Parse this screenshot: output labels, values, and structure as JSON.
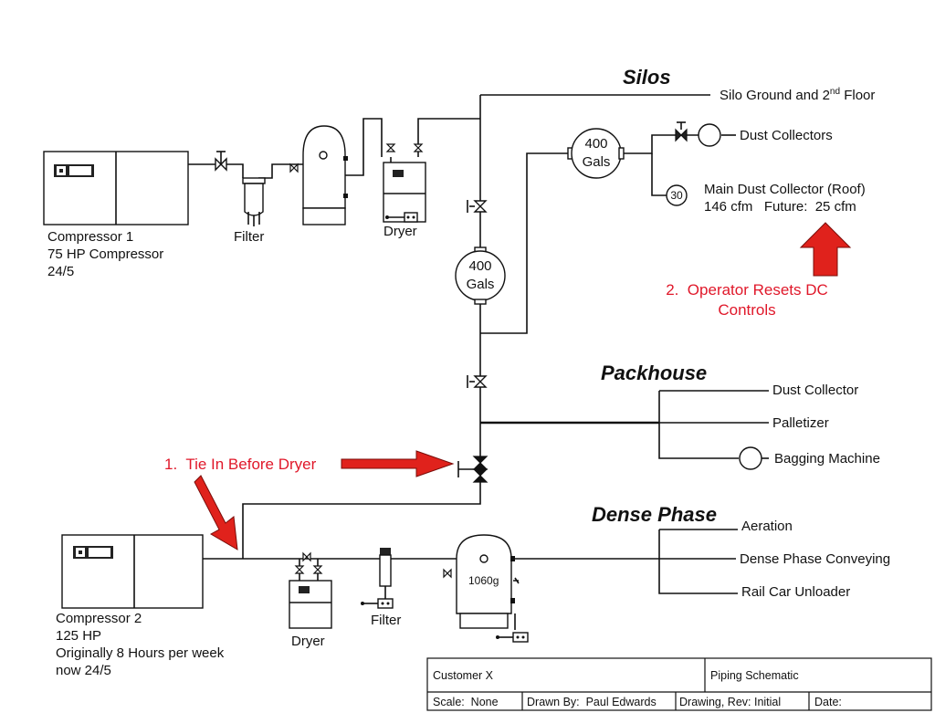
{
  "sections": {
    "silos": "Silos",
    "packhouse": "Packhouse",
    "dense_phase": "Dense Phase"
  },
  "silos": {
    "ground_label": "Silo Ground and 2",
    "ground_sup": "nd",
    "ground_suffix": " Floor",
    "dust_collectors": "Dust Collectors",
    "main_dc_line1": "Main Dust Collector (Roof)",
    "main_dc_line2": "146 cfm   Future:  25 cfm",
    "main_dc_gauge": "30",
    "receiver_top": "400",
    "receiver_bottom": "Gals"
  },
  "compressor1": {
    "line1": "Compressor 1",
    "line2": "75 HP Compressor",
    "line3": "24/5"
  },
  "filter1": "Filter",
  "dryer1": "Dryer",
  "main_receiver": {
    "top": "400",
    "bottom": "Gals"
  },
  "packhouse": {
    "items": [
      "Dust Collector",
      "Palletizer",
      "Bagging Machine"
    ]
  },
  "dense_phase": {
    "items": [
      "Aeration",
      "Dense Phase Conveying",
      "Rail Car Unloader"
    ],
    "tank_label": "1060g"
  },
  "compressor2": {
    "line1": "Compressor 2",
    "line2": "125 HP",
    "line3": "Originally 8 Hours per week",
    "line4": "now 24/5"
  },
  "dryer2": "Dryer",
  "filter2": "Filter",
  "annotations": {
    "note1": "1.  Tie In Before Dryer",
    "note2_line1": "2.  Operator Resets DC",
    "note2_line2": "Controls"
  },
  "colors": {
    "annotation": "#e0182a",
    "arrow": "#e0221c"
  },
  "title_block": {
    "customer": "Customer X",
    "title": "Piping Schematic",
    "scale": "Scale:  None",
    "drawn_by": "Drawn By:  Paul Edwards",
    "drawing_rev": "Drawing, Rev: Initial",
    "date": "Date:"
  }
}
